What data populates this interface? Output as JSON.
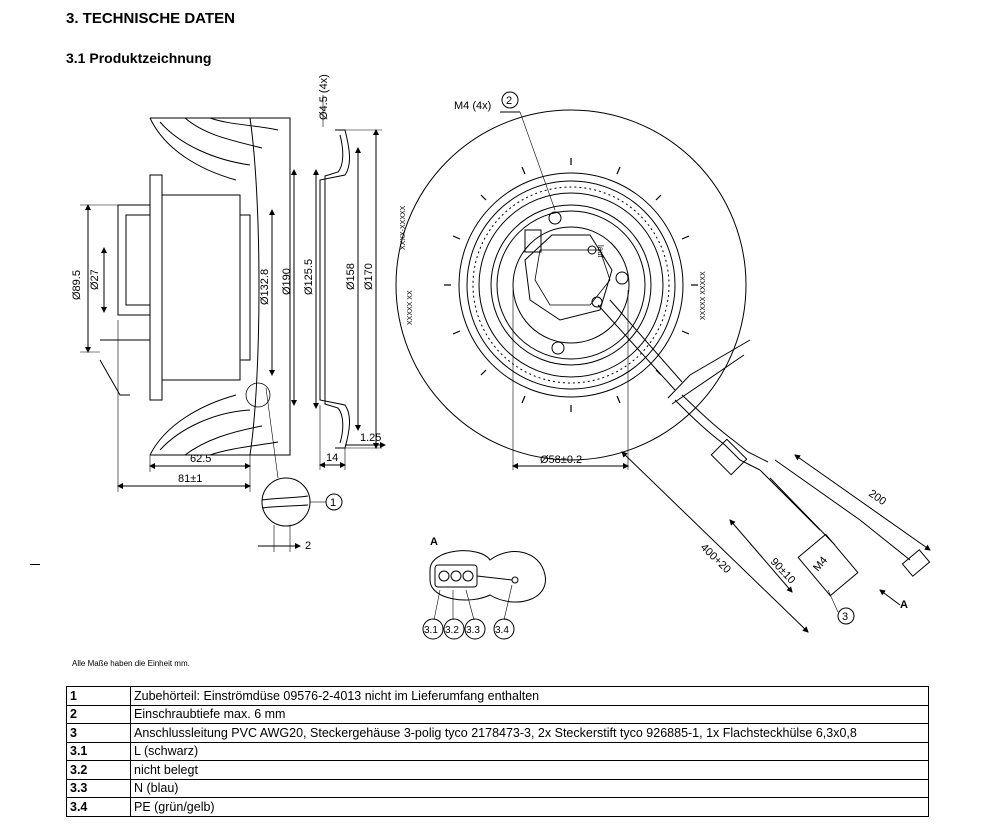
{
  "header": {
    "section_title": "3. TECHNISCHE DATEN",
    "subsection_title": "3.1 Produktzeichnung"
  },
  "drawing": {
    "side_view": {
      "dims_vertical": [
        "Ø89.5",
        "Ø27",
        "Ø132.8",
        "Ø190"
      ],
      "dims_horizontal": [
        "62.5",
        "81±1"
      ],
      "detail_dim": "2",
      "detail_callout": "1"
    },
    "nozzle_view": {
      "dims_vertical": [
        "Ø4.5 (4x)",
        "Ø125.5",
        "Ø158",
        "Ø170"
      ],
      "dims_horizontal": [
        "1.25",
        "14"
      ]
    },
    "front_view": {
      "bolt_label": "M4 (4x)",
      "bolt_callout": "2",
      "hub_dim": "Ø58±0.2",
      "cable_dims": [
        "400+20",
        "200",
        "90±10"
      ],
      "cable_callout": "3",
      "connector_label": "M4",
      "view_arrow": "A",
      "rotation_text": "lauf",
      "part_marks": [
        "XXXX-XXXXX",
        "XXXXX XX",
        "XXXXX XXXXX"
      ]
    },
    "connector_detail": {
      "view_label": "A",
      "pins": [
        "3.1",
        "3.2",
        "3.3",
        "3.4"
      ]
    }
  },
  "units_note": "Alle Maße haben die Einheit mm.",
  "legend_rows": [
    {
      "num": "1",
      "text": "Zubehörteil: Einströmdüse 09576-2-4013 nicht im Lieferumfang enthalten"
    },
    {
      "num": "2",
      "text": "Einschraubtiefe max. 6 mm"
    },
    {
      "num": "3",
      "text": "Anschlussleitung PVC AWG20, Steckergehäuse 3-polig tyco 2178473-3, 2x Steckerstift tyco 926885-1, 1x Flachsteckhülse 6,3x0,8"
    },
    {
      "num": "3.1",
      "text": "L (schwarz)"
    },
    {
      "num": "3.2",
      "text": "nicht belegt"
    },
    {
      "num": "3.3",
      "text": "N (blau)"
    },
    {
      "num": "3.4",
      "text": "PE (grün/gelb)"
    }
  ]
}
